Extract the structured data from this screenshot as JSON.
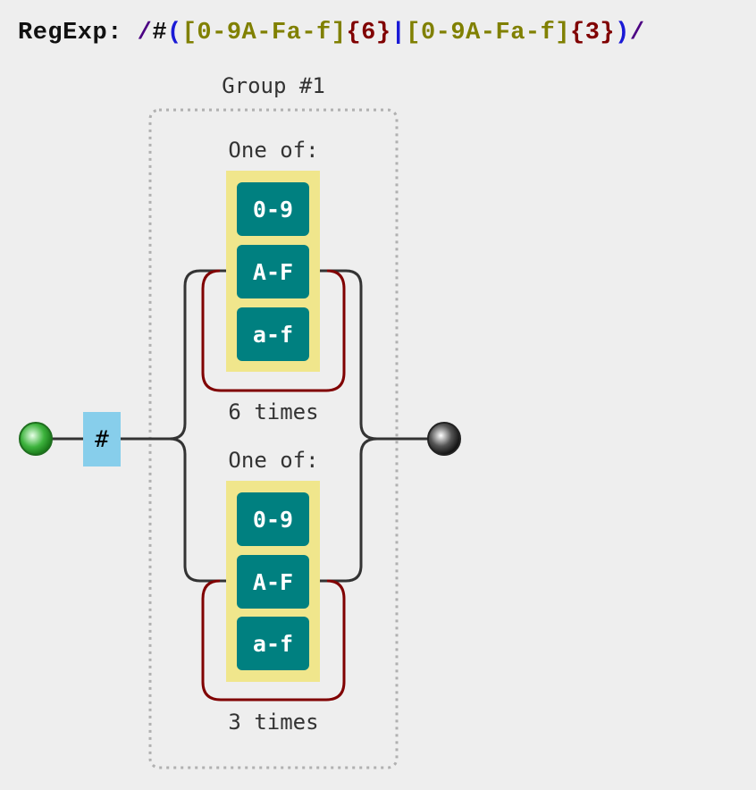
{
  "header": {
    "label": "RegExp:",
    "tokens": [
      {
        "text": "/",
        "color": "#4b0082"
      },
      {
        "text": "#",
        "color": "#111111"
      },
      {
        "text": "(",
        "color": "#1a1ad6"
      },
      {
        "text": "[0-9A-Fa-f]",
        "color": "#808000"
      },
      {
        "text": "{6}",
        "color": "#800000"
      },
      {
        "text": "|",
        "color": "#1a1ad6"
      },
      {
        "text": "[0-9A-Fa-f]",
        "color": "#808000"
      },
      {
        "text": "{3}",
        "color": "#800000"
      },
      {
        "text": ")",
        "color": "#1a1ad6"
      },
      {
        "text": "/",
        "color": "#4b0082"
      }
    ]
  },
  "diagram": {
    "group_label": "Group #1",
    "literal": "#",
    "alternatives": [
      {
        "one_of_label": "One of:",
        "ranges": [
          "0-9",
          "A-F",
          "a-f"
        ],
        "repeat_label": "6 times"
      },
      {
        "one_of_label": "One of:",
        "ranges": [
          "0-9",
          "A-F",
          "a-f"
        ],
        "repeat_label": "3 times"
      }
    ]
  },
  "colors": {
    "start_node": "#2e9a2e",
    "end_node": "#444444",
    "literal_box": "#87ceeb",
    "charset_box": "#f0e68c",
    "range_box": "#008080",
    "repeat_loop": "#800000",
    "line": "#333333"
  }
}
